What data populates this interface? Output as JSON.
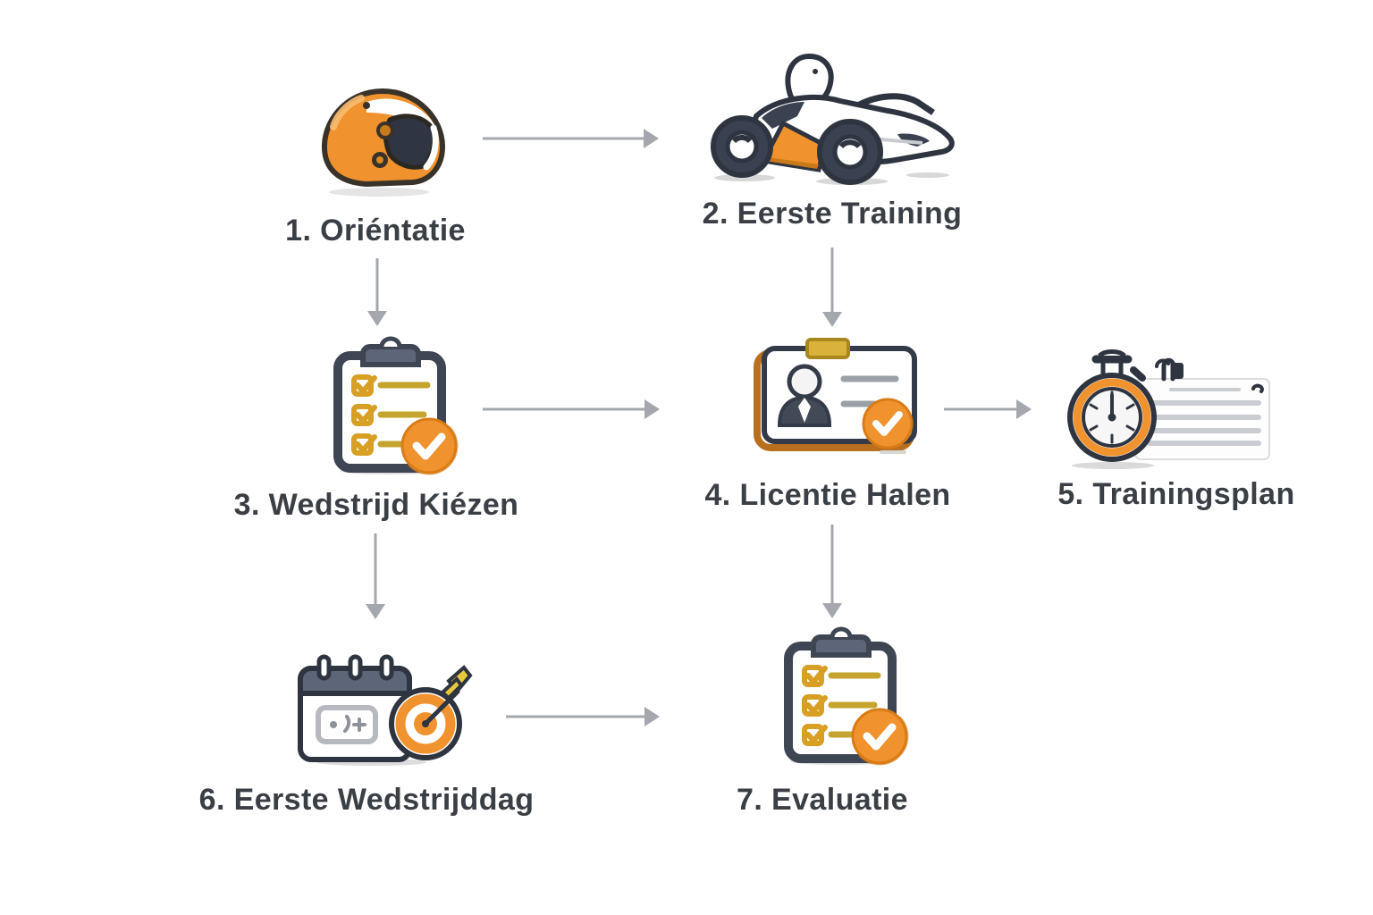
{
  "diagram": {
    "language": "nl",
    "steps": [
      {
        "number": "1",
        "label": "1. Oriéntatie",
        "icon": "helmet-icon"
      },
      {
        "number": "2",
        "label": "2. Eerste Training",
        "icon": "go-kart-icon"
      },
      {
        "number": "3",
        "label": "3. Wedstrijd Kiézen",
        "icon": "checklist-clipboard-icon"
      },
      {
        "number": "4",
        "label": "4. Licentie Halen",
        "icon": "license-card-icon"
      },
      {
        "number": "5",
        "label": "5. Trainingsplan",
        "icon": "stopwatch-schedule-icon"
      },
      {
        "number": "6",
        "label": "6. Eerste Wedstrijddag",
        "icon": "calendar-target-icon"
      },
      {
        "number": "7",
        "label": "7. Evaluatie",
        "icon": "checklist-clipboard-icon"
      }
    ],
    "connections": [
      {
        "from": "1",
        "to": "2",
        "direction": "right"
      },
      {
        "from": "1",
        "to": "3",
        "direction": "down"
      },
      {
        "from": "2",
        "to": "4",
        "direction": "down"
      },
      {
        "from": "3",
        "to": "4",
        "direction": "right"
      },
      {
        "from": "4",
        "to": "5",
        "direction": "right"
      },
      {
        "from": "3",
        "to": "6",
        "direction": "down"
      },
      {
        "from": "4",
        "to": "7",
        "direction": "down"
      },
      {
        "from": "6",
        "to": "7",
        "direction": "right"
      }
    ],
    "colors": {
      "accent_orange": "#F0922D",
      "dark_orange": "#C87A18",
      "outline_dark": "#2E3440",
      "slate": "#5D6678",
      "gold": "#C5A42E",
      "arrow_gray": "#A4A8AE",
      "text": "#3A3F46",
      "background": "#FFFFFF"
    }
  }
}
